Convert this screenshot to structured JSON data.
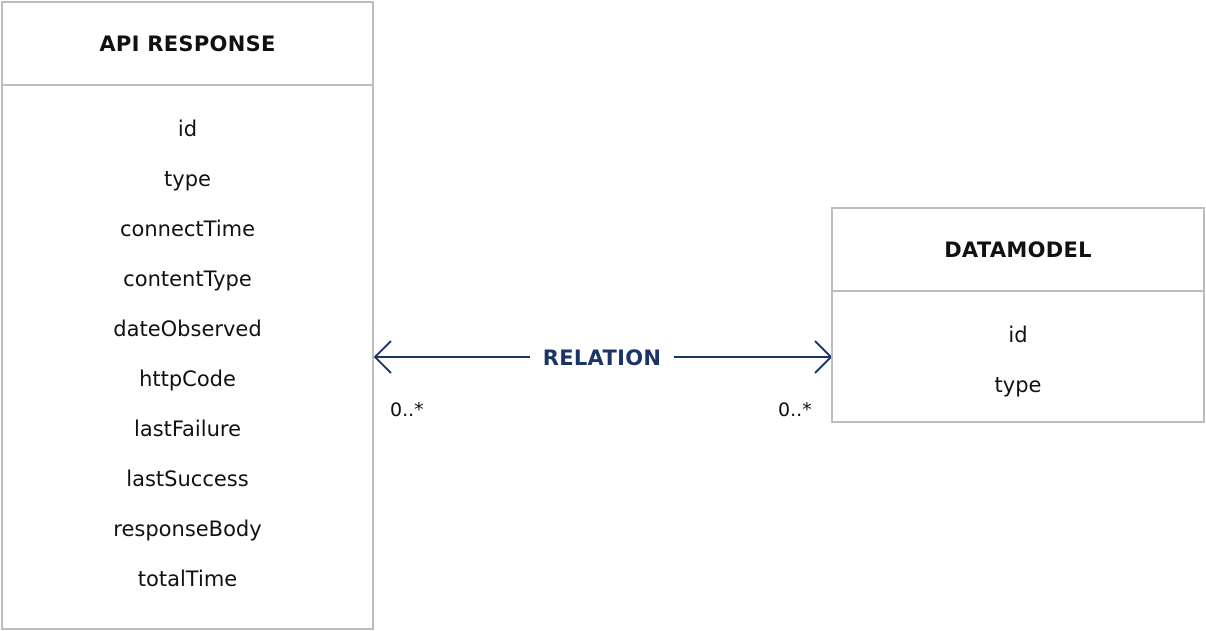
{
  "entities": {
    "api_response": {
      "title": "API RESPONSE",
      "attributes": [
        "id",
        "type",
        "connectTime",
        "contentType",
        "dateObserved",
        "httpCode",
        "lastFailure",
        "lastSuccess",
        "responseBody",
        "totalTime"
      ]
    },
    "datamodel": {
      "title": "DATAMODEL",
      "attributes": [
        "id",
        "type"
      ]
    }
  },
  "relation": {
    "label": "RELATION",
    "left_multiplicity": "0..*",
    "right_multiplicity": "0..*",
    "color": "#1b3566"
  },
  "colors": {
    "box_border": "#bdbdbd",
    "text": "#111111"
  }
}
